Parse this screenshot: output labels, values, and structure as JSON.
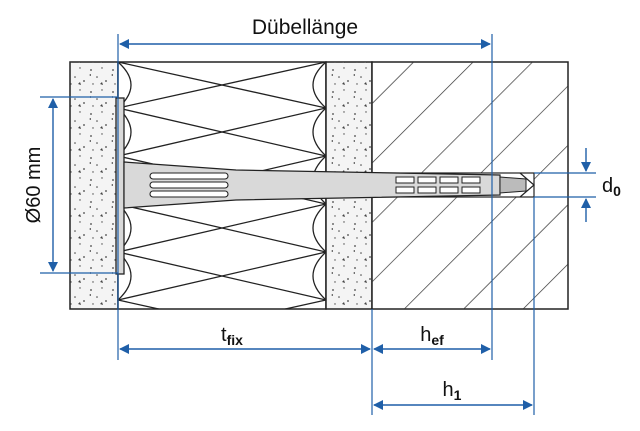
{
  "labels": {
    "anchor_length": "Dübellänge",
    "diameter": "Ø60 mm",
    "t_main": "t",
    "t_sub": "fix",
    "hef_main": "h",
    "hef_sub": "ef",
    "h1_main": "h",
    "h1_sub": "1",
    "d0_main": "d",
    "d0_sub": "0"
  },
  "colors": {
    "dimension": "#1f5fa8",
    "outline": "#222222",
    "plaster": "#f4f4f4",
    "insulation": "#ffffff",
    "concrete_hatch": "#333333",
    "anchor_fill": "#d9d9d9"
  }
}
